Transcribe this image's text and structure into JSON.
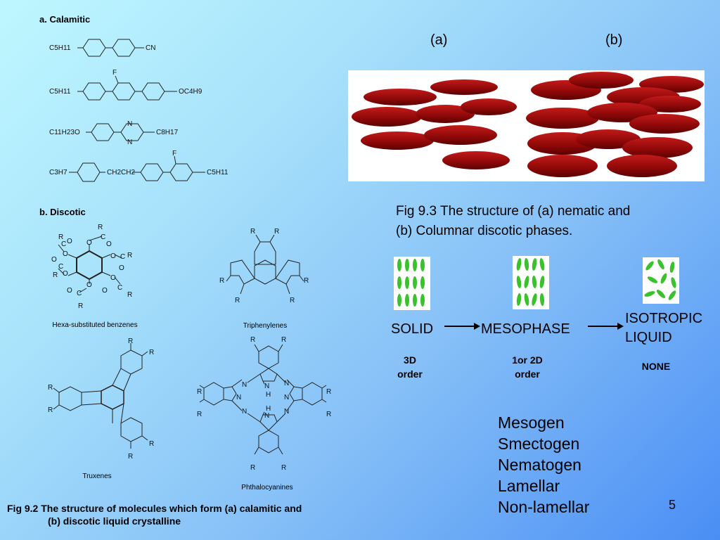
{
  "left": {
    "calamitic_heading": "a. Calamitic",
    "calamitic_formulas": {
      "row1": {
        "left": "C5H11",
        "right": "CN"
      },
      "row2": {
        "left": "C5H11",
        "right": "OC4H9",
        "sub": "F"
      },
      "row3": {
        "left": "C11H23O",
        "right": "C8H17",
        "n": "N"
      },
      "row4": {
        "left": "C3H7",
        "mid": "CH2CH2",
        "right": "C5H11",
        "sub": "F"
      }
    },
    "discotic_heading": "b. Discotic",
    "r": "R",
    "o": "O",
    "c": "C",
    "n": "N",
    "h": "H",
    "hexa_caption": "Hexa-substituted benzenes",
    "triphenylene_caption": "Triphenylenes",
    "truxene_caption": "Truxenes",
    "phthalocyanine_caption": "Phthalocyanines",
    "fig92_line1": "Fig 9.2 The structure of molecules which form (a) calamitic and",
    "fig92_line2": "(b) discotic liquid crystalline"
  },
  "right": {
    "label_a": "(a)",
    "label_b": "(b)",
    "fig93_line1": "Fig 9.3 The structure of (a) nematic and",
    "fig93_line2": "(b) Columnar discotic phases.",
    "solid": "SOLID",
    "mesophase": "MESOPHASE",
    "isotropic_line1": "ISOTROPIC",
    "isotropic_line2": "LIQUID",
    "solid_order_1": "3D",
    "solid_order_2": "order",
    "meso_order_1": "1or 2D",
    "meso_order_2": "order",
    "none": "NONE",
    "terms": [
      "Mesogen",
      "Smectogen",
      "Nematogen",
      "Lamellar",
      "Non-lamellar"
    ],
    "page_number": "5"
  },
  "colors": {
    "disc": "#9b0a0a",
    "rod": "#39c22b",
    "bg_top": "#bff7ff",
    "bg_bottom": "#4a8ef5"
  }
}
